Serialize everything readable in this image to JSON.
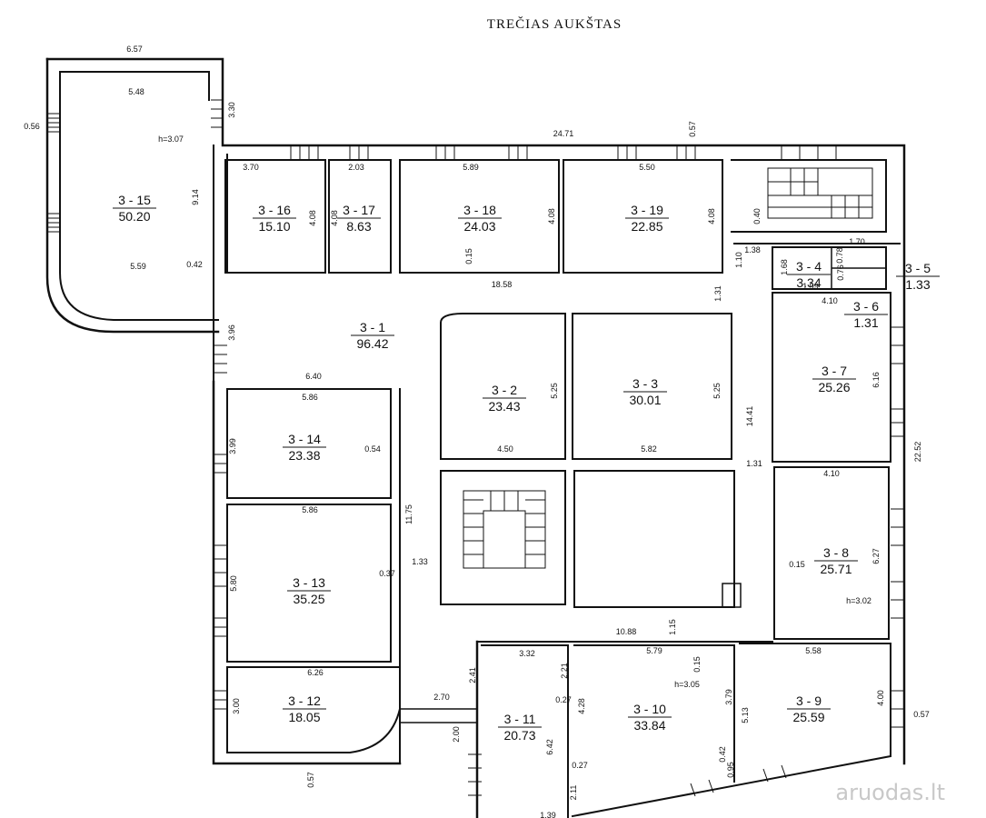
{
  "title": "TREČIAS  AUKŠTAS",
  "watermark": "aruodas.lt",
  "rooms": [
    {
      "id": "3 - 15",
      "area": "50.20"
    },
    {
      "id": "3 - 16",
      "area": "15.10"
    },
    {
      "id": "3 - 17",
      "area": "8.63"
    },
    {
      "id": "3 - 18",
      "area": "24.03"
    },
    {
      "id": "3 - 19",
      "area": "22.85"
    },
    {
      "id": "3 - 4",
      "area": "3.34"
    },
    {
      "id": "3 - 5",
      "area": "1.33"
    },
    {
      "id": "3 - 6",
      "area": "1.31"
    },
    {
      "id": "3 - 1",
      "area": "96.42"
    },
    {
      "id": "3 - 2",
      "area": "23.43"
    },
    {
      "id": "3 - 3",
      "area": "30.01"
    },
    {
      "id": "3 - 7",
      "area": "25.26"
    },
    {
      "id": "3 - 14",
      "area": "23.38"
    },
    {
      "id": "3 - 8",
      "area": "25.71"
    },
    {
      "id": "3 - 13",
      "area": "35.25"
    },
    {
      "id": "3 - 12",
      "area": "18.05"
    },
    {
      "id": "3 - 11",
      "area": "20.73"
    },
    {
      "id": "3 - 10",
      "area": "33.84"
    },
    {
      "id": "3 - 9",
      "area": "25.59"
    }
  ],
  "dimensions": [
    "6.57",
    "5.48",
    "3.30",
    "0.56",
    "h=3.07",
    "9.14",
    "5.59",
    "0.42",
    "24.71",
    "0.57",
    "3.70",
    "2.03",
    "5.89",
    "5.50",
    "4.08",
    "4.08",
    "4.08",
    "4.08",
    "0.40",
    "0.15",
    "18.58",
    "1.38",
    "1.10",
    "1.70",
    "0.78",
    "1.68",
    "0.76",
    "1.99",
    "4.10",
    "3.96",
    "1.31",
    "6.40",
    "5.86",
    "3.99",
    "0.54",
    "5.25",
    "5.25",
    "4.50",
    "5.82",
    "14.41",
    "6.16",
    "22.52",
    "11.75",
    "1.31",
    "4.10",
    "5.86",
    "5.80",
    "0.37",
    "1.33",
    "0.15",
    "6.27",
    "h=3.02",
    "10.88",
    "1.15",
    "5.58",
    "6.26",
    "3.32",
    "5.79",
    "0.15",
    "2.41",
    "2.21",
    "h=3.05",
    "3.79",
    "5.13",
    "4.00",
    "0.57",
    "3.00",
    "2.70",
    "0.27",
    "4.28",
    "2.00",
    "6.42",
    "0.42",
    "0.57",
    "0.27",
    "0.95",
    "2.11",
    "1.39"
  ]
}
